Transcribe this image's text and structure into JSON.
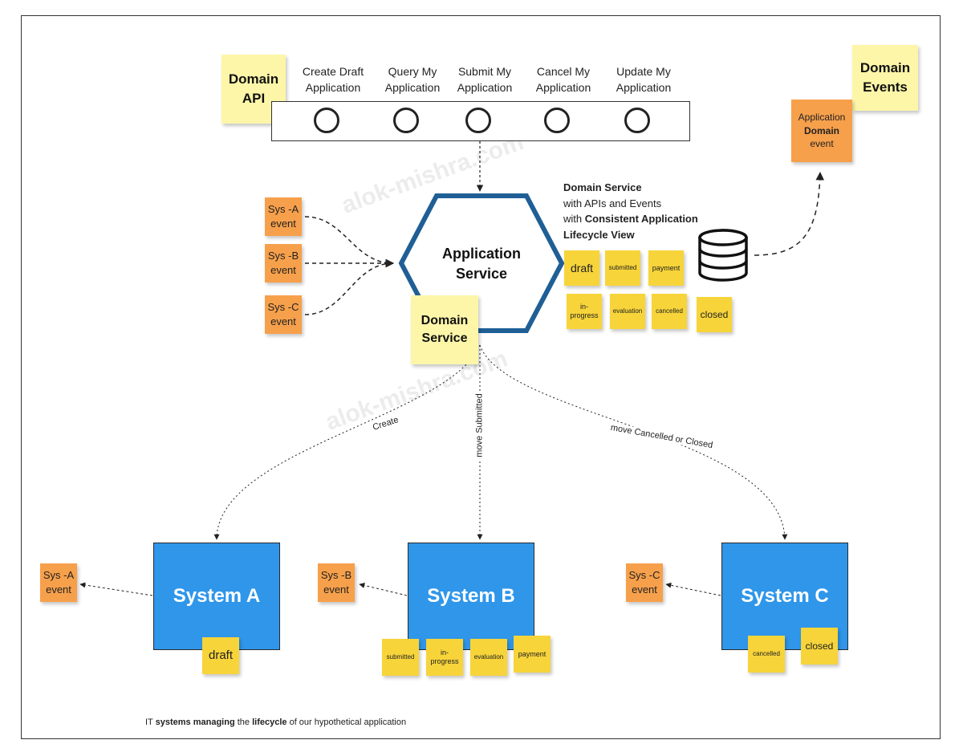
{
  "domain_api": {
    "title_line1": "Domain",
    "title_line2": "API",
    "endpoints": [
      {
        "line1": "Create Draft",
        "line2": "Application"
      },
      {
        "line1": "Query My",
        "line2": "Application"
      },
      {
        "line1": "Submit My",
        "line2": "Application"
      },
      {
        "line1": "Cancel My",
        "line2": "Application"
      },
      {
        "line1": "Update My",
        "line2": "Application"
      }
    ]
  },
  "domain_events": {
    "title_line1": "Domain",
    "title_line2": "Events",
    "event_line1": "Application",
    "event_line2": "Domain",
    "event_line3": "event"
  },
  "application_service": {
    "line1": "Application",
    "line2": "Service"
  },
  "domain_service_note": {
    "line1": "Domain",
    "line2": "Service"
  },
  "domain_service_desc": {
    "line1_bold": "Domain Service",
    "line2": "with APIs and Events",
    "line3_prefix": "with ",
    "line3_bold": "Consistent Application",
    "line4_bold": "Lifecycle View"
  },
  "lifecycle_states": [
    "draft",
    "submitted",
    "payment",
    "in-progress",
    "evaluation",
    "cancelled",
    "closed"
  ],
  "input_events": [
    {
      "line1": "Sys -A",
      "line2": "event"
    },
    {
      "line1": "Sys -B",
      "line2": "event"
    },
    {
      "line1": "Sys -C",
      "line2": "event"
    }
  ],
  "connections": {
    "create": "Create",
    "move_submitted": "move Submitted",
    "move_cancelled": "move Cancelled or Closed"
  },
  "systems": [
    {
      "name": "System A",
      "event_line1": "Sys -A",
      "event_line2": "event",
      "states": [
        "draft"
      ]
    },
    {
      "name": "System B",
      "event_line1": "Sys -B",
      "event_line2": "event",
      "states": [
        "submitted",
        "in-progress",
        "evaluation",
        "payment"
      ]
    },
    {
      "name": "System C",
      "event_line1": "Sys -C",
      "event_line2": "event",
      "states": [
        "cancelled",
        "closed"
      ]
    }
  ],
  "watermark": "alok-mishra.com",
  "footer": {
    "p1": "IT ",
    "b1": "systems managing",
    "p2": " the ",
    "b2": "lifecycle",
    "p3": " of our hypothetical application"
  },
  "colors": {
    "system_blue": "#2f96ea",
    "hexagon_border": "#1f5f95",
    "sticky_orange": "#f7a04b",
    "sticky_yellow": "#f7d43a",
    "sticky_pale": "#fdf6a8"
  },
  "icons": {
    "database": "database-icon"
  }
}
